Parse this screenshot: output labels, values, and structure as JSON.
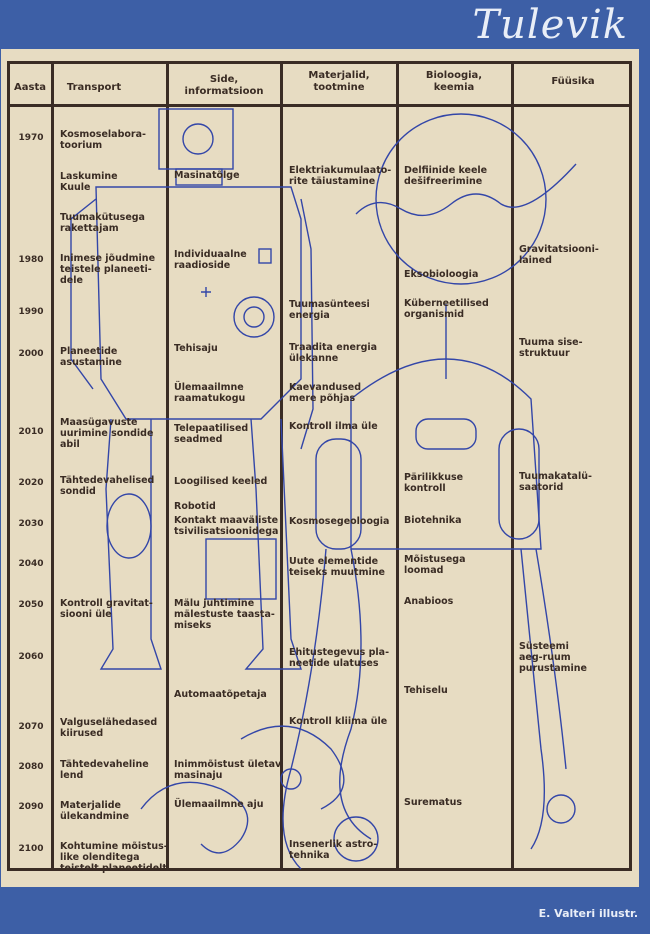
{
  "magazine_title": "Tulevik",
  "credit": "E. Valteri illustr.",
  "headers": [
    "Aasta",
    "Transport",
    "Side,\ninformatsioon",
    "Materjalid,\ntootmine",
    "Bioloogia,\nkeemia",
    "Füüsika"
  ],
  "years": [
    "1970",
    "1980",
    "1990",
    "2000",
    "2010",
    "2020",
    "2030",
    "2040",
    "2050",
    "2060",
    "2070",
    "2080",
    "2090",
    "2100"
  ],
  "cells": {
    "transport": [
      "Kosmoselabora-\ntoorium",
      "Laskumine\nKuule",
      "Tuumakütusega\nrakettajam",
      "Inimese jõudmine\nteistele planeeti-\ndele",
      "Planeetide\nasustamine",
      "Maasügavuste\nuurimine sondide\nabil",
      "Tähtedevahelised\nsondid",
      "Kontroll gravitat-\nsiooni üle",
      "Valguselähedased\nkiirused",
      "Tähtedevaheline\nlend",
      "Materjalide\nülekandmine",
      "Kohtumine mõistus-\nlike olenditega\nteistelt planeetidelt"
    ],
    "side": [
      "Masinatõlge",
      "Individuaalne\nraadioside",
      "Tehisaju",
      "Ülemaailmne\nraamatukogu",
      "Telepaatilised\nseadmed",
      "Loogilised keeled",
      "Robotid",
      "Kontakt maaväliste\ntsivilisatsioonidega",
      "Mälu juhtimine\nmälestuste taasta-\nmiseks",
      "Automaatõpetaja",
      "Inimmõistust ületav\nmasinaju",
      "Ülemaailmne aju"
    ],
    "materjalid": [
      "Elektriakumulaato-\nrite täiustamine",
      "Tuumasünteesi\nenergia",
      "Traadita energia\nülekanne",
      "Kaevandused\nmere põhjas",
      "Kontroll ilma üle",
      "Kosmosegeoloogia",
      "Uute elementide\nteiseks muutmine",
      "Ehitustegevus pla-\nneetide ulatuses",
      "Kontroll kliima üle",
      "Insenerlik astro-\ntehnika"
    ],
    "bioloogia": [
      "Delfiinide keele\ndešifreerimine",
      "Eksobioloogia",
      "Küberneetilised\norganismid",
      "Pärilikkuse\nkontroll",
      "Biotehnika",
      "Mõistusega\nloomad",
      "Anabioos",
      "Tehiselu",
      "Surematus"
    ],
    "fyysika": [
      "Gravitatsiooni-\nlained",
      "Tuuma sise-\nstruktuur",
      "Tuumakatalü-\nsaatorid",
      "Süsteemi\naeg-ruum\npurustamine"
    ]
  },
  "colors": {
    "background_blue": "#3d5fa6",
    "paper": "#e7dcc2",
    "ink": "#3a2c24",
    "drawing_blue": "#3346a8"
  }
}
